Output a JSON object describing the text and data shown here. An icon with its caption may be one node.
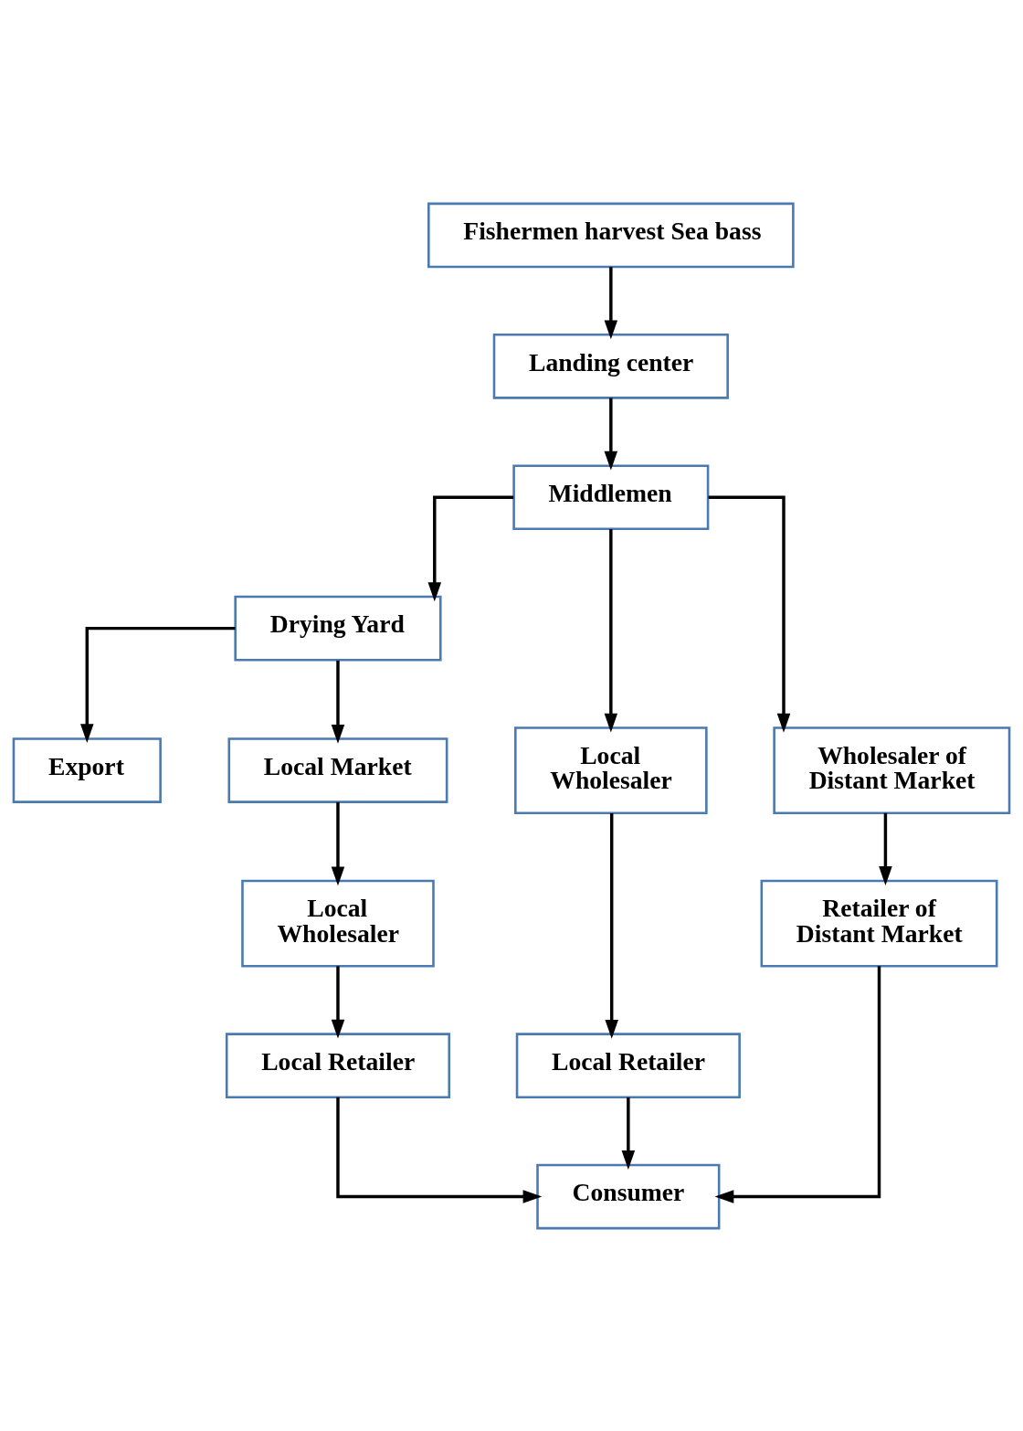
{
  "diagram": {
    "nodes": [
      {
        "text": [
          "Fishermen harvest Sea bass"
        ]
      },
      {
        "text": [
          "Landing center"
        ]
      },
      {
        "text": [
          "Middlemen"
        ]
      },
      {
        "text": [
          "Drying Yard"
        ]
      },
      {
        "text": [
          "Export"
        ]
      },
      {
        "text": [
          "Local Wholesaler"
        ]
      },
      {
        "text": [
          "Wholesaler of Distant Market"
        ]
      },
      {
        "text": [
          "Local Market"
        ]
      },
      {
        "text": [
          "Local Wholesaler"
        ]
      },
      {
        "text": [
          "Local Retailer"
        ]
      },
      {
        "text": [
          "Retailer of Distant Market"
        ]
      },
      {
        "text": [
          "Local Retailer"
        ]
      },
      {
        "text": [
          "Consumer"
        ]
      }
    ],
    "edges": [
      {
        "from": 0,
        "to": 1,
        "arrow": "to"
      },
      {
        "from": 1,
        "to": 2,
        "arrow": "to"
      },
      {
        "from": 2,
        "to": 5,
        "arrow": "to"
      },
      {
        "from": 2,
        "to": 6,
        "arrow": "to"
      },
      {
        "from": 2,
        "to": 3,
        "arrow": "to"
      },
      {
        "from": 3,
        "to": 4,
        "arrow": "to"
      },
      {
        "from": 3,
        "to": 7,
        "arrow": "to"
      },
      {
        "from": 7,
        "to": 8,
        "arrow": "to"
      },
      {
        "from": 8,
        "to": 11,
        "arrow": "to"
      },
      {
        "from": 5,
        "to": 9,
        "arrow": "to"
      },
      {
        "from": 6,
        "to": 10,
        "arrow": "to"
      },
      {
        "from": 9,
        "to": 12,
        "arrow": "to"
      },
      {
        "from": 10,
        "to": 12,
        "arrow": "to"
      },
      {
        "from": 11,
        "to": 12,
        "arrow": "to"
      }
    ]
  }
}
